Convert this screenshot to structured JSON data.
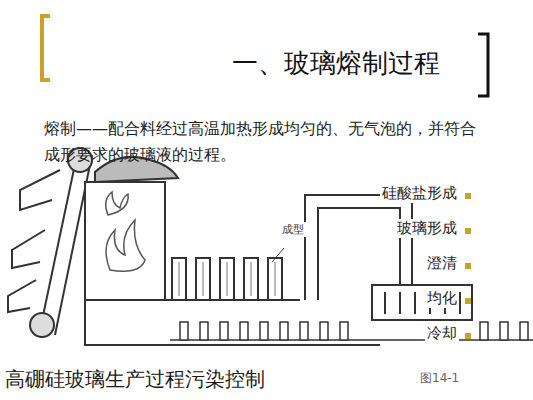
{
  "diagram": {
    "title": "一、玻璃熔制过程",
    "caption": "高硼硅玻璃生产过程污染控制",
    "labels": [
      "熔制——配合料经过高温加热形成均匀的、无气泡的，并符合成形要求的玻璃液的过程。",
      "硅酸盐形成",
      "玻璃形成",
      "澄清",
      "均化",
      "冷却",
      "成型",
      "图14-1"
    ]
  }
}
